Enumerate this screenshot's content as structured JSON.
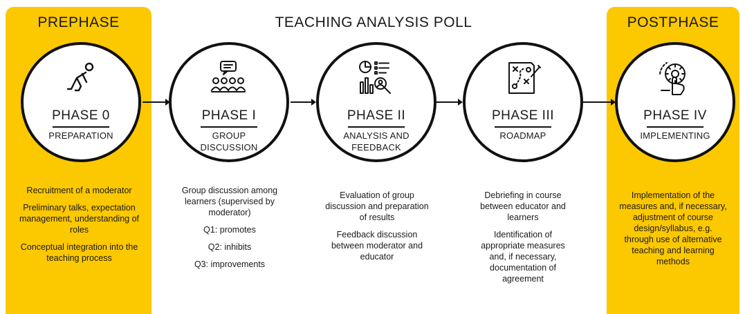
{
  "title": "TEACHING ANALYSIS POLL",
  "prephase_label": "PREPHASE",
  "postphase_label": "POSTPHASE",
  "colors": {
    "accent": "#FCC800",
    "ink": "#111111"
  },
  "phases": [
    {
      "icon": "crawling-person-icon",
      "title": "PHASE 0",
      "subtitle_lines": [
        "PREPARATION"
      ],
      "description": [
        "Recruitment of a moderator",
        "Preliminary talks, expectation management, understanding of roles",
        "Conceptual integration into the teaching process"
      ]
    },
    {
      "icon": "group-discussion-icon",
      "title": "PHASE I",
      "subtitle_lines": [
        "GROUP",
        "DISCUSSION"
      ],
      "description": [
        "Group discussion among learners (supervised by moderator)",
        "Q1: promotes",
        "Q2: inhibits",
        "Q3: improvements"
      ]
    },
    {
      "icon": "data-analysis-icon",
      "title": "PHASE II",
      "subtitle_lines": [
        "ANALYSIS AND",
        "FEEDBACK"
      ],
      "description": [
        "Evaluation of group discussion and preparation of results",
        "Feedback discussion between moderator and educator"
      ]
    },
    {
      "icon": "strategy-map-icon",
      "title": "PHASE III",
      "subtitle_lines": [
        "ROADMAP"
      ],
      "description": [
        "Debriefing in course between educator and learners",
        "Identification of appropriate measures and, if necessary, documentation of agreement"
      ]
    },
    {
      "icon": "gear-hand-icon",
      "title": "PHASE IV",
      "subtitle_lines": [
        "IMPLEMENTING"
      ],
      "description": [
        "Implementation of the measures and, if necessary, adjustment of course design/syllabus, e.g. through use of alternative teaching and learning methods"
      ]
    }
  ]
}
